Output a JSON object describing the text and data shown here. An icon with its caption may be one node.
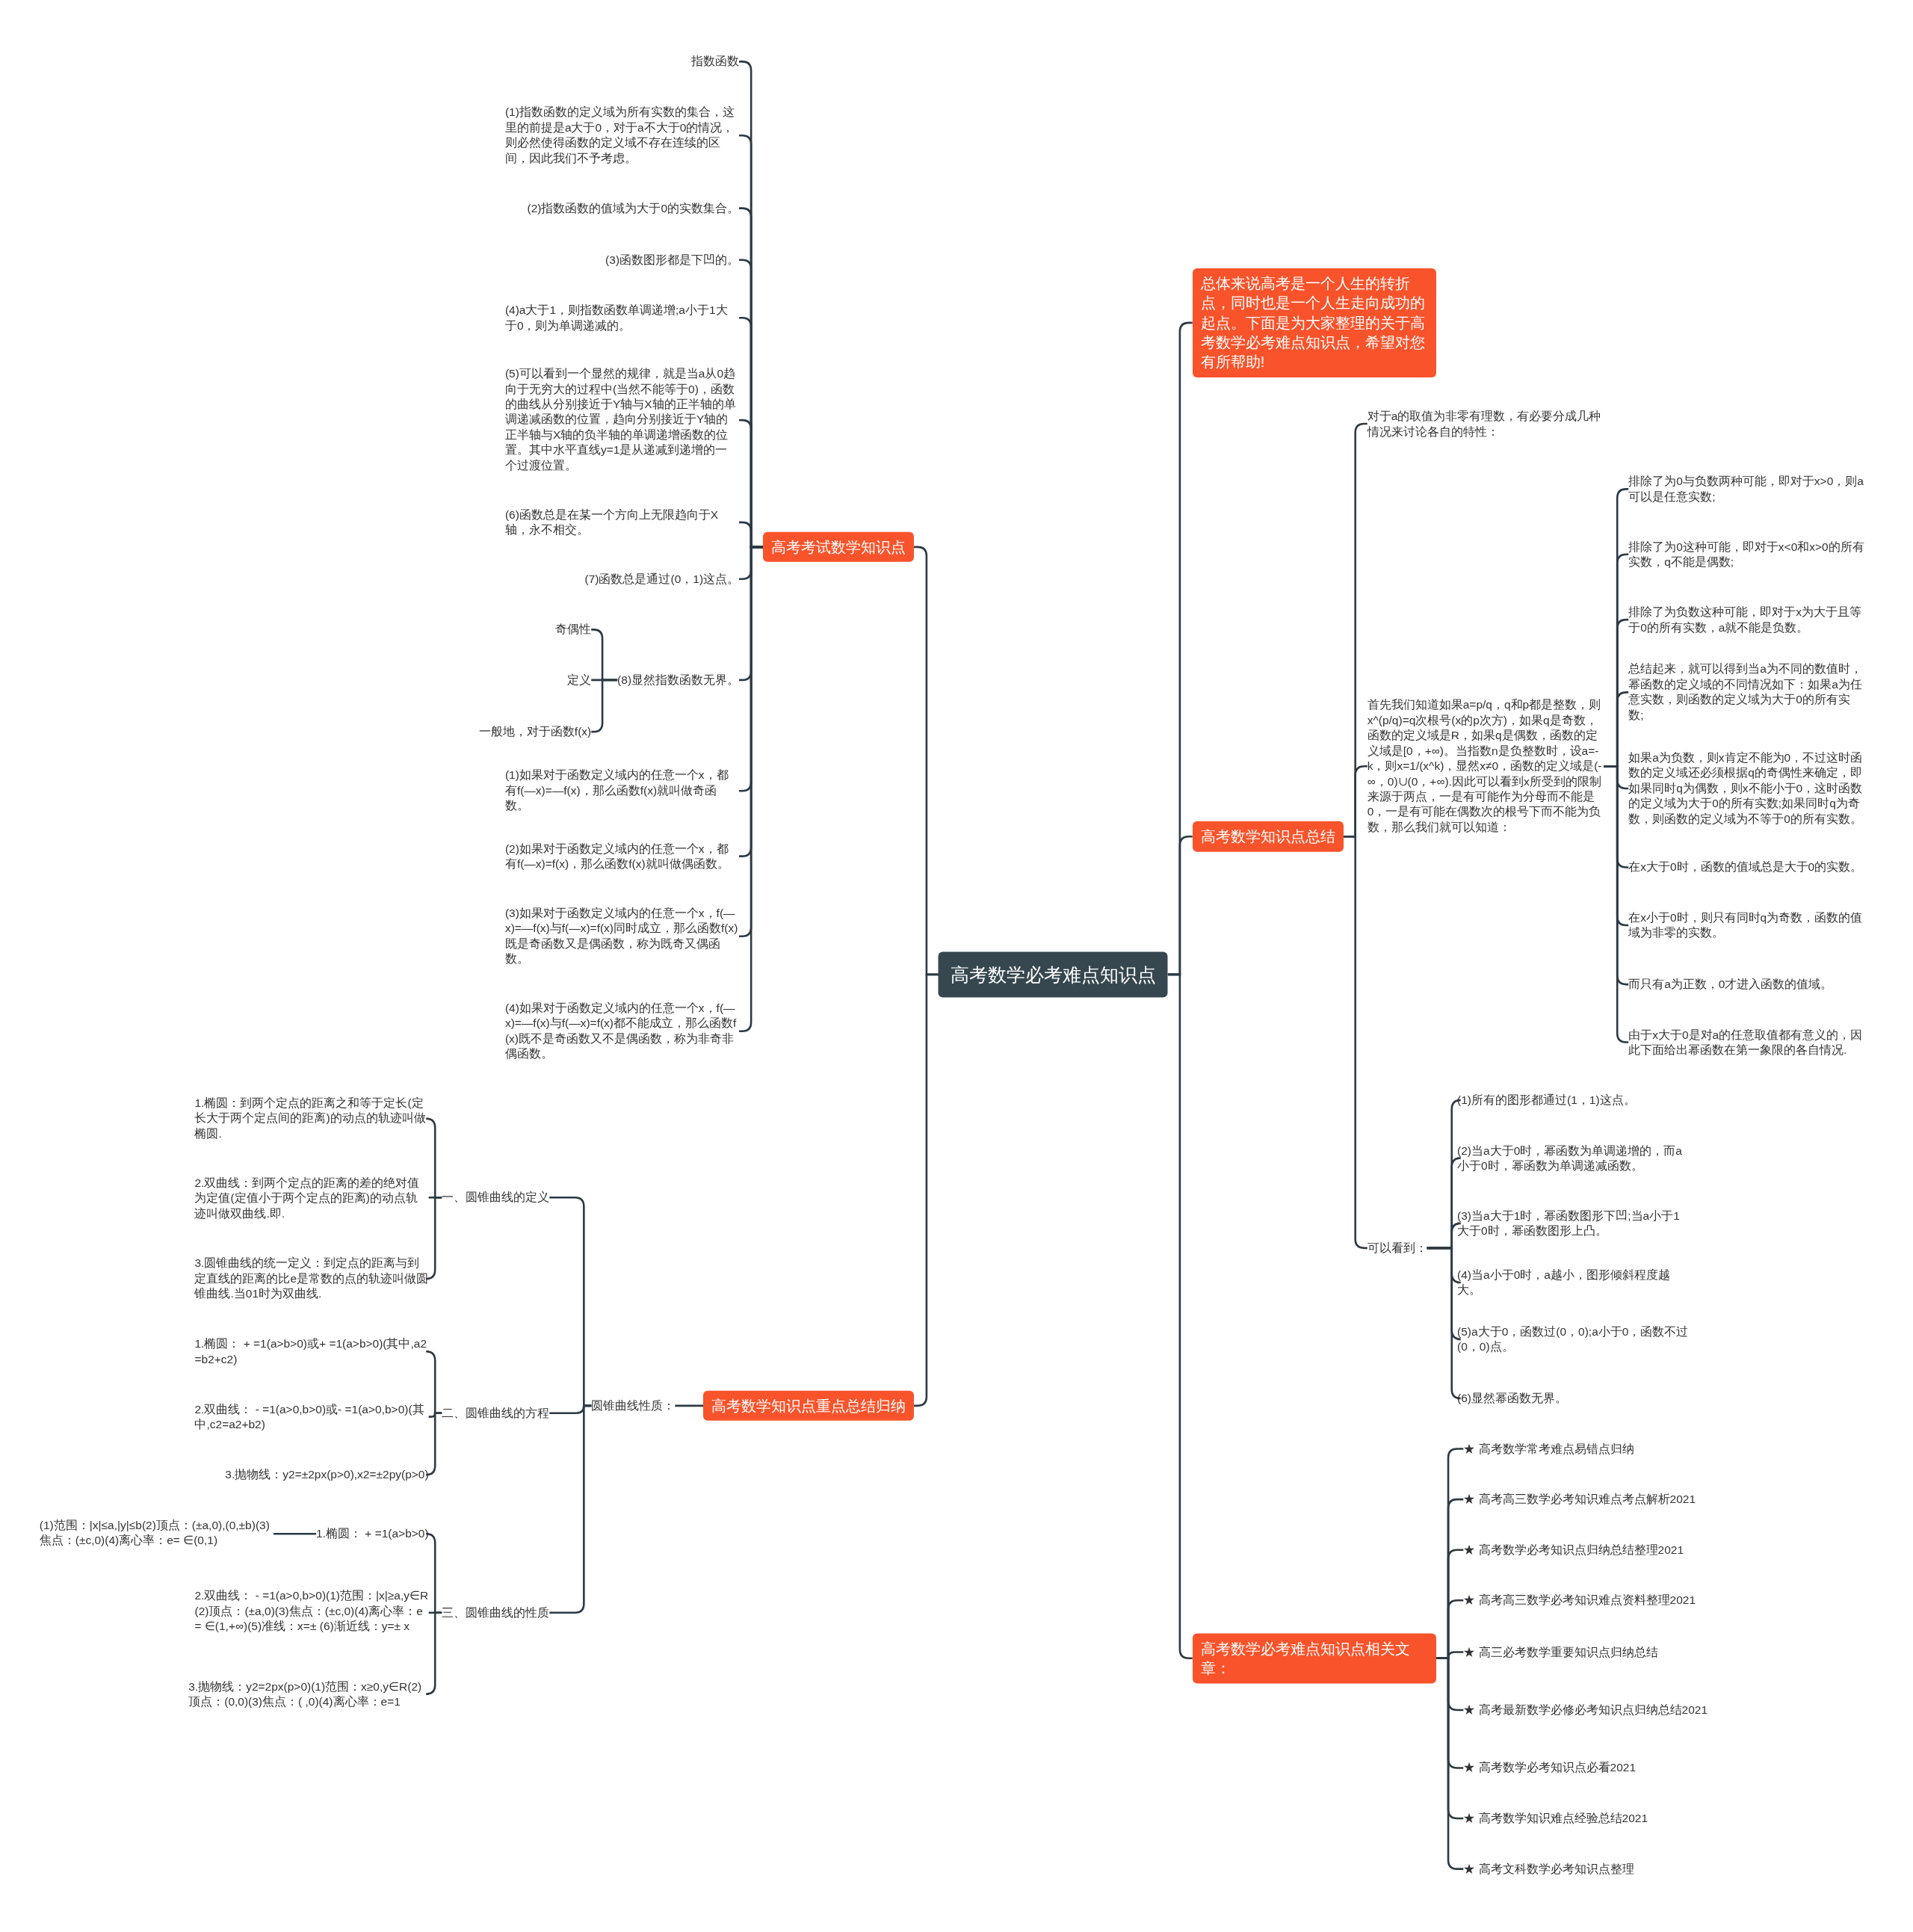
{
  "diagram": {
    "nodes": [
      {
        "text": [
          "高考数学必考难点知识点"
        ]
      },
      {
        "text": [
          "高考考试数学知识点"
        ]
      },
      {
        "text": [
          "指数函数"
        ]
      },
      {
        "text": [
          "(1)指数函数的定义域为所有实数的集合，这里的前提是a大于0，对于a不大于0的情况，则必然使得函数的定义域不存在连续的区间，因此我们不予考虑。"
        ]
      },
      {
        "text": [
          "(2)指数函数的值域为大于0的实数集合。"
        ]
      },
      {
        "text": [
          "(3)函数图形都是下凹的。"
        ]
      },
      {
        "text": [
          "(4)a大于1，则指数函数单调递增;a小于1大于0，则为单调递减的。"
        ]
      },
      {
        "text": [
          "(5)可以看到一个显然的规律，就是当a从0趋向于无穷大的过程中(当然不能等于0)，函数的曲线从分别接近于Y轴与X轴的正半轴的单调递减函数的位置，趋向分别接近于Y轴的正半轴与X轴的负半轴的单调递增函数的位置。其中水平直线y=1是从递减到递增的一个过渡位置。"
        ]
      },
      {
        "text": [
          "(6)函数总是在某一个方向上无限趋向于X轴，永不相交。"
        ]
      },
      {
        "text": [
          "(7)函数总是通过(0，1)这点。"
        ]
      },
      {
        "text": [
          "(8)显然指数函数无界。"
        ]
      },
      {
        "text": [
          "奇偶性"
        ]
      },
      {
        "text": [
          "定义"
        ]
      },
      {
        "text": [
          "一般地，对于函数f(x)"
        ]
      },
      {
        "text": [
          "(1)如果对于函数定义域内的任意一个x，都有f(—x)=—f(x)，那么函数f(x)就叫做奇函数。"
        ]
      },
      {
        "text": [
          "(2)如果对于函数定义域内的任意一个x，都有f(—x)=f(x)，那么函数f(x)就叫做偶函数。"
        ]
      },
      {
        "text": [
          "(3)如果对于函数定义域内的任意一个x，f(—x)=—f(x)与f(—x)=f(x)同时成立，那么函数f(x)既是奇函数又是偶函数，称为既奇又偶函数。"
        ]
      },
      {
        "text": [
          "(4)如果对于函数定义域内的任意一个x，f(—x)=—f(x)与f(—x)=f(x)都不能成立，那么函数f(x)既不是奇函数又不是偶函数，称为非奇非偶函数。"
        ]
      },
      {
        "text": [
          "高考数学知识点重点总结归纳"
        ]
      },
      {
        "text": [
          "圆锥曲线性质："
        ]
      },
      {
        "text": [
          "一、圆锥曲线的定义"
        ]
      },
      {
        "text": [
          "1.椭圆：到两个定点的距离之和等于定长(定长大于两个定点间的距离)的动点的轨迹叫做椭圆."
        ]
      },
      {
        "text": [
          "2.双曲线：到两个定点的距离的差的绝对值为定值(定值小于两个定点的距离)的动点轨迹叫做双曲线.即."
        ]
      },
      {
        "text": [
          "3.圆锥曲线的统一定义：到定点的距离与到定直线的距离的比e是常数的点的轨迹叫做圆锥曲线.当01时为双曲线."
        ]
      },
      {
        "text": [
          "二、圆锥曲线的方程"
        ]
      },
      {
        "text": [
          "1.椭圆： + =1(a>b>0)或+ =1(a>b>0)(其中,a2=b2+c2)"
        ]
      },
      {
        "text": [
          "2.双曲线： - =1(a>0,b>0)或- =1(a>0,b>0)(其中,c2=a2+b2)"
        ]
      },
      {
        "text": [
          "3.抛物线：y2=±2px(p>0),x2=±2py(p>0)"
        ]
      },
      {
        "text": [
          "三、圆锥曲线的性质"
        ]
      },
      {
        "text": [
          "1.椭圆： + =1(a>b>0)"
        ]
      },
      {
        "text": [
          "(1)范围：|x|≤a,|y|≤b(2)顶点：(±a,0),(0,±b)(3)焦点：(±c,0)(4)离心率：e= ∈(0,1)"
        ]
      },
      {
        "text": [
          "2.双曲线： - =1(a>0,b>0)(1)范围：|x|≥a,y∈R(2)顶点：(±a,0)(3)焦点：(±c,0)(4)离心率：e= ∈(1,+∞)(5)准线：x=± (6)渐近线：y=± x"
        ]
      },
      {
        "text": [
          "3.抛物线：y2=2px(p>0)(1)范围：x≥0,y∈R(2)顶点：(0,0)(3)焦点：( ,0)(4)离心率：e=1"
        ]
      },
      {
        "text": [
          "总体来说高考是一个人生的转折点，同时也是一个人生走向成功的起点。下面是为大家整理的关于高考数学必考难点知识点，希望对您有所帮助!"
        ]
      },
      {
        "text": [
          "高考数学知识点总结"
        ]
      },
      {
        "text": [
          "对于a的取值为非零有理数，有必要分成几种情况来讨论各自的特性："
        ]
      },
      {
        "text": [
          "首先我们知道如果a=p/q，q和p都是整数，则x^(p/q)=q次根号(x的p次方)，如果q是奇数，函数的定义域是R，如果q是偶数，函数的定义域是[0，+∞)。当指数n是负整数时，设a=-k，则x=1/(x^k)，显然x≠0，函数的定义域是(-∞，0)∪(0，+∞).因此可以看到x所受到的限制来源于两点，一是有可能作为分母而不能是0，一是有可能在偶数次的根号下而不能为负数，那么我们就可以知道："
        ]
      },
      {
        "text": [
          "排除了为0与负数两种可能，即对于x>0，则a可以是任意实数;"
        ]
      },
      {
        "text": [
          "排除了为0这种可能，即对于x<0和x>0的所有实数，q不能是偶数;"
        ]
      },
      {
        "text": [
          "排除了为负数这种可能，即对于x为大于且等于0的所有实数，a就不能是负数。"
        ]
      },
      {
        "text": [
          "总结起来，就可以得到当a为不同的数值时，幂函数的定义域的不同情况如下：如果a为任意实数，则函数的定义域为大于0的所有实数;"
        ]
      },
      {
        "text": [
          "如果a为负数，则x肯定不能为0，不过这时函数的定义域还必须根据q的奇偶性来确定，即如果同时q为偶数，则x不能小于0，这时函数的定义域为大于0的所有实数;如果同时q为奇数，则函数的定义域为不等于0的所有实数。"
        ]
      },
      {
        "text": [
          "在x大于0时，函数的值域总是大于0的实数。"
        ]
      },
      {
        "text": [
          "在x小于0时，则只有同时q为奇数，函数的值域为非零的实数。"
        ]
      },
      {
        "text": [
          "而只有a为正数，0才进入函数的值域。"
        ]
      },
      {
        "text": [
          "由于x大于0是对a的任意取值都有意义的，因此下面给出幂函数在第一象限的各自情况."
        ]
      },
      {
        "text": [
          "可以看到："
        ]
      },
      {
        "text": [
          "(1)所有的图形都通过(1，1)这点。"
        ]
      },
      {
        "text": [
          "(2)当a大于0时，幂函数为单调递增的，而a小于0时，幂函数为单调递减函数。"
        ]
      },
      {
        "text": [
          "(3)当a大于1时，幂函数图形下凹;当a小于1大于0时，幂函数图形上凸。"
        ]
      },
      {
        "text": [
          "(4)当a小于0时，a越小，图形倾斜程度越大。"
        ]
      },
      {
        "text": [
          "(5)a大于0，函数过(0，0);a小于0，函数不过(0，0)点。"
        ]
      },
      {
        "text": [
          "(6)显然幂函数无界。"
        ]
      },
      {
        "text": [
          "高考数学必考难点知识点相关文章："
        ]
      },
      {
        "text": [
          "★ 高考数学常考难点易错点归纳"
        ]
      },
      {
        "text": [
          "★ 高考高三数学必考知识难点考点解析2021"
        ]
      },
      {
        "text": [
          "★ 高考数学必考知识点归纳总结整理2021"
        ]
      },
      {
        "text": [
          "★ 高考高三数学必考知识难点资料整理2021"
        ]
      },
      {
        "text": [
          "★ 高三必考数学重要知识点归纳总结"
        ]
      },
      {
        "text": [
          "★ 高考最新数学必修必考知识点归纳总结2021"
        ]
      },
      {
        "text": [
          "★ 高考数学必考知识点必看2021"
        ]
      },
      {
        "text": [
          "★ 高考数学知识难点经验总结2021"
        ]
      },
      {
        "text": [
          "★ 高考文科数学必考知识点整理"
        ]
      }
    ],
    "edges": [
      {
        "from": 0,
        "to": 1,
        "arrow": "none"
      },
      {
        "from": 1,
        "to": 2,
        "arrow": "none"
      },
      {
        "from": 1,
        "to": 3,
        "arrow": "none"
      },
      {
        "from": 1,
        "to": 4,
        "arrow": "none"
      },
      {
        "from": 1,
        "to": 5,
        "arrow": "none"
      },
      {
        "from": 1,
        "to": 6,
        "arrow": "none"
      },
      {
        "from": 1,
        "to": 7,
        "arrow": "none"
      },
      {
        "from": 1,
        "to": 8,
        "arrow": "none"
      },
      {
        "from": 1,
        "to": 9,
        "arrow": "none"
      },
      {
        "from": 1,
        "to": 10,
        "arrow": "none"
      },
      {
        "from": 10,
        "to": 11,
        "arrow": "none"
      },
      {
        "from": 10,
        "to": 12,
        "arrow": "none"
      },
      {
        "from": 10,
        "to": 13,
        "arrow": "none"
      },
      {
        "from": 1,
        "to": 14,
        "arrow": "none"
      },
      {
        "from": 1,
        "to": 15,
        "arrow": "none"
      },
      {
        "from": 1,
        "to": 16,
        "arrow": "none"
      },
      {
        "from": 1,
        "to": 17,
        "arrow": "none"
      },
      {
        "from": 0,
        "to": 18,
        "arrow": "none"
      },
      {
        "from": 18,
        "to": 19,
        "arrow": "none"
      },
      {
        "from": 19,
        "to": 20,
        "arrow": "none"
      },
      {
        "from": 20,
        "to": 21,
        "arrow": "none"
      },
      {
        "from": 20,
        "to": 22,
        "arrow": "none"
      },
      {
        "from": 20,
        "to": 23,
        "arrow": "none"
      },
      {
        "from": 19,
        "to": 24,
        "arrow": "none"
      },
      {
        "from": 24,
        "to": 25,
        "arrow": "none"
      },
      {
        "from": 24,
        "to": 26,
        "arrow": "none"
      },
      {
        "from": 24,
        "to": 27,
        "arrow": "none"
      },
      {
        "from": 19,
        "to": 28,
        "arrow": "none"
      },
      {
        "from": 28,
        "to": 29,
        "arrow": "none"
      },
      {
        "from": 29,
        "to": 30,
        "arrow": "none"
      },
      {
        "from": 28,
        "to": 31,
        "arrow": "none"
      },
      {
        "from": 28,
        "to": 32,
        "arrow": "none"
      },
      {
        "from": 0,
        "to": 33,
        "arrow": "none"
      },
      {
        "from": 0,
        "to": 34,
        "arrow": "none"
      },
      {
        "from": 34,
        "to": 35,
        "arrow": "none"
      },
      {
        "from": 34,
        "to": 36,
        "arrow": "none"
      },
      {
        "from": 36,
        "to": 37,
        "arrow": "none"
      },
      {
        "from": 36,
        "to": 38,
        "arrow": "none"
      },
      {
        "from": 36,
        "to": 39,
        "arrow": "none"
      },
      {
        "from": 36,
        "to": 40,
        "arrow": "none"
      },
      {
        "from": 36,
        "to": 41,
        "arrow": "none"
      },
      {
        "from": 36,
        "to": 42,
        "arrow": "none"
      },
      {
        "from": 36,
        "to": 43,
        "arrow": "none"
      },
      {
        "from": 36,
        "to": 44,
        "arrow": "none"
      },
      {
        "from": 36,
        "to": 45,
        "arrow": "none"
      },
      {
        "from": 34,
        "to": 46,
        "arrow": "none"
      },
      {
        "from": 46,
        "to": 47,
        "arrow": "none"
      },
      {
        "from": 46,
        "to": 48,
        "arrow": "none"
      },
      {
        "from": 46,
        "to": 49,
        "arrow": "none"
      },
      {
        "from": 46,
        "to": 50,
        "arrow": "none"
      },
      {
        "from": 46,
        "to": 51,
        "arrow": "none"
      },
      {
        "from": 46,
        "to": 52,
        "arrow": "none"
      },
      {
        "from": 0,
        "to": 53,
        "arrow": "none"
      },
      {
        "from": 53,
        "to": 54,
        "arrow": "none"
      },
      {
        "from": 53,
        "to": 55,
        "arrow": "none"
      },
      {
        "from": 53,
        "to": 56,
        "arrow": "none"
      },
      {
        "from": 53,
        "to": 57,
        "arrow": "none"
      },
      {
        "from": 53,
        "to": 58,
        "arrow": "none"
      },
      {
        "from": 53,
        "to": 59,
        "arrow": "none"
      },
      {
        "from": 53,
        "to": 60,
        "arrow": "none"
      },
      {
        "from": 53,
        "to": 61,
        "arrow": "none"
      },
      {
        "from": 53,
        "to": 62,
        "arrow": "none"
      }
    ]
  }
}
